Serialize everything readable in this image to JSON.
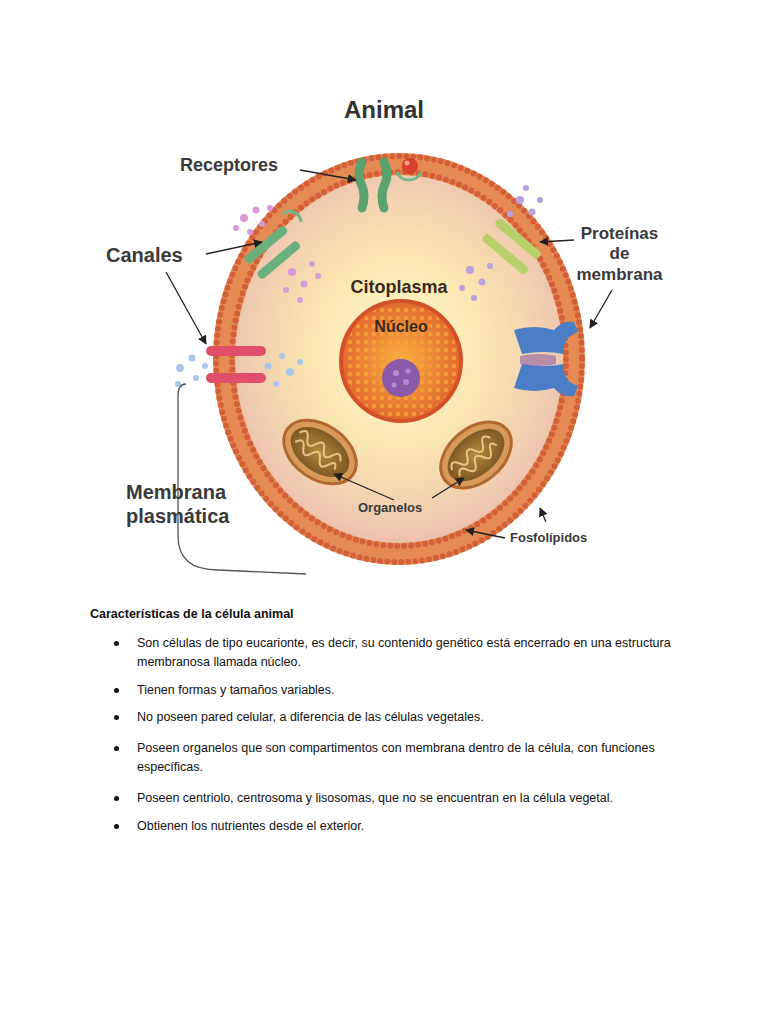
{
  "diagram": {
    "title": "Animal",
    "nodes": [
      {
        "text": [
          "Citoplasma"
        ]
      },
      {
        "text": [
          "Núcleo"
        ],
        "in": 0
      }
    ],
    "labels": [
      "Receptores",
      "Canales",
      "Proteínas de membrana",
      "Membrana plasmática",
      "Organelos",
      "Fosfolípidos",
      "Características de la célula animal",
      "Son células de tipo eucarionte, es decir, su contenido genético está encerrado en una estructura membranosa llamada núcleo.",
      "Tienen formas y tamaños variables.",
      "No poseen pared celular, a diferencia de las células vegetales.",
      "Poseen organelos que son compartimentos con membrana dentro de la célula, con funciones específicas.",
      "Poseen centriolo, centrosoma y lisosomas, que no se encuentran en la célula vegetal.",
      "Obtienen los nutrientes desde el exterior."
    ]
  }
}
